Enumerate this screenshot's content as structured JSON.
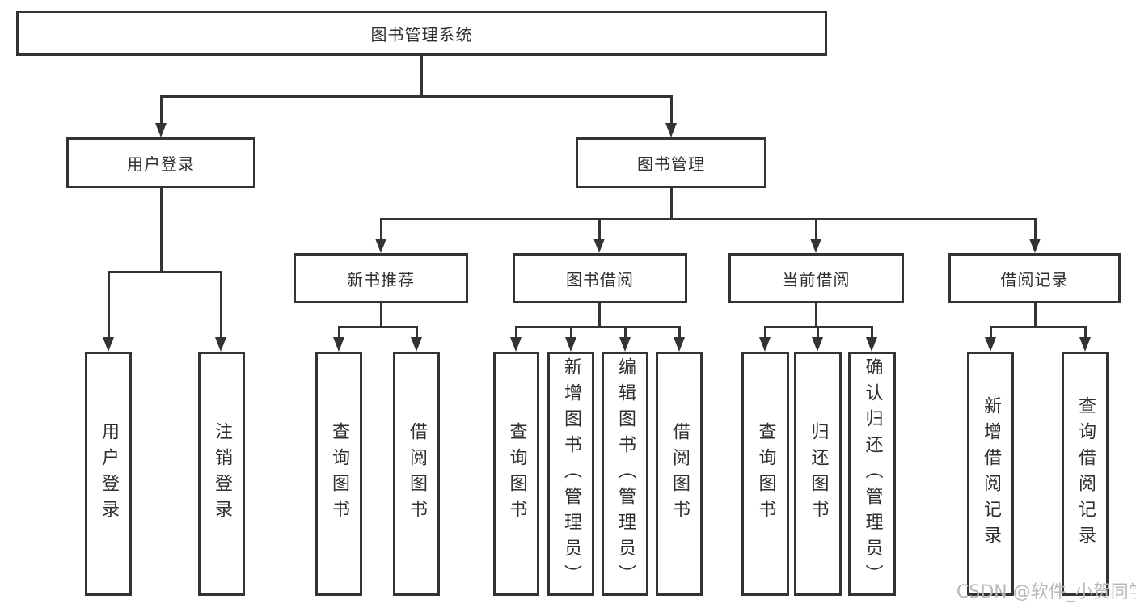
{
  "diagram": {
    "root": {
      "label": "图书管理系统"
    },
    "level2": [
      {
        "label": "用户登录"
      },
      {
        "label": "图书管理"
      }
    ],
    "level3": [
      {
        "label": "新书推荐"
      },
      {
        "label": "图书借阅"
      },
      {
        "label": "当前借阅"
      },
      {
        "label": "借阅记录"
      }
    ],
    "leaves": {
      "user_login": [
        "用户登录",
        "注销登录"
      ],
      "new_book_recommend": [
        "查询图书",
        "借阅图书"
      ],
      "book_borrow": [
        "查询图书",
        "新增图书（管理员）",
        "编辑图书（管理员）",
        "借阅图书"
      ],
      "current_borrow": [
        "查询图书",
        "归还图书",
        "确认归还（管理员）"
      ],
      "borrow_records": [
        "新增借阅记录",
        "查询借阅记录"
      ]
    },
    "colors": {
      "line": "#333333",
      "text": "#2f2f2f",
      "background": "#ffffff",
      "watermark": "#b9b9bd"
    }
  },
  "watermark": {
    "text": "CSDN @软件_小贺同学"
  }
}
